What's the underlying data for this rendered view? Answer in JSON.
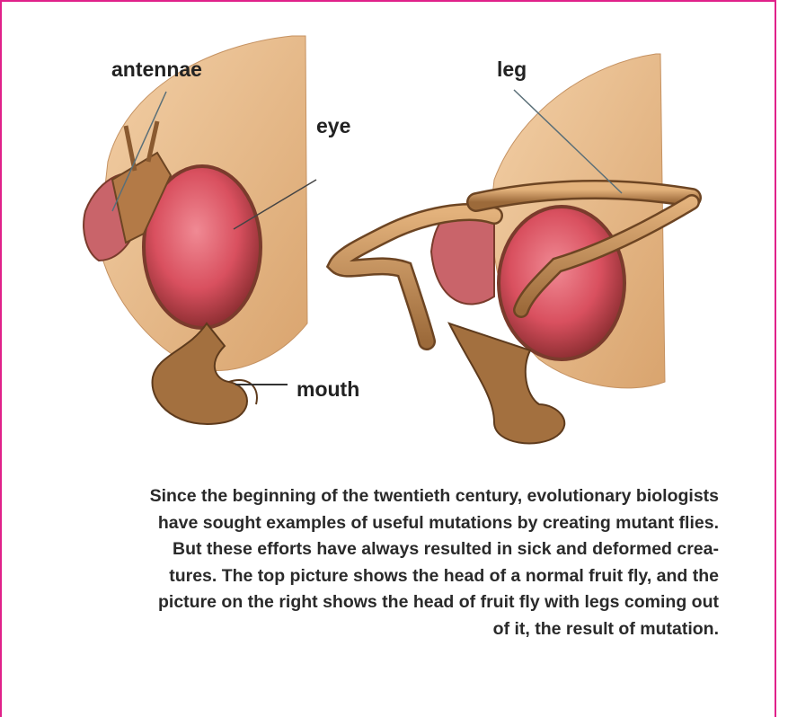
{
  "figure": {
    "labels": {
      "antennae": "antennae",
      "eye": "eye",
      "mouth": "mouth",
      "leg": "leg"
    },
    "colors": {
      "border": "#e0218a",
      "eye": "#d9505f",
      "body": "#b8824c",
      "background_tint": "#f0c79a"
    }
  },
  "caption": {
    "lines": [
      "Since the beginning of the twentieth century, evolutionary biologists",
      "have sought examples of useful mutations by creating mutant flies.",
      "But these efforts have always resulted in sick and deformed crea-",
      "tures. The top picture shows the head of a normal fruit fly, and the",
      "picture on the right shows the head of fruit fly with legs coming out",
      "of it, the result of mutation."
    ]
  }
}
